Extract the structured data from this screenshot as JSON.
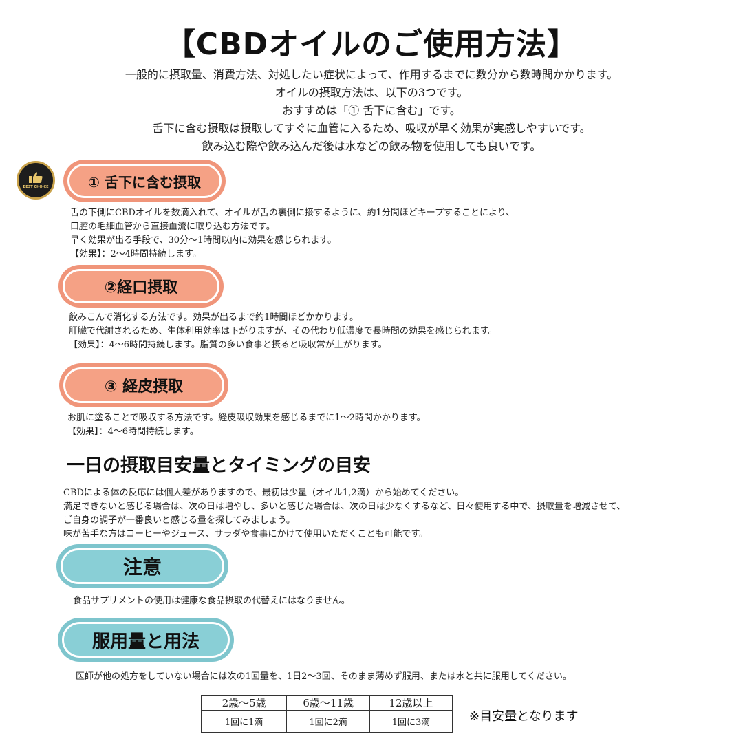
{
  "title": "【CBDオイルのご使用方法】",
  "intro": [
    "一般的に摂取量、消費方法、対処したい症状によって、作用するまでに数分から数時間かかります。",
    "オイルの摂取方法は、以下の3つです。",
    "おすすめは「① 舌下に含む」です。",
    "舌下に含む摂取は摂取してすぐに血管に入るため、吸収が早く効果が実感しやすいです。",
    "飲み込む際や飲み込んだ後は水などの飲み物を使用しても良いです。"
  ],
  "badge": {
    "icon": "thumbs-up-icon",
    "label": "BEST CHOICE",
    "ring_color": "#c9a24a"
  },
  "colors": {
    "orange": "#f0957a",
    "teal": "#7ec5cd"
  },
  "sections": {
    "sublingual": {
      "label": "① 舌下に含む摂取",
      "lines": [
        "舌の下側にCBDオイルを数滴入れて、オイルが舌の裏側に接するように、約1分間ほどキープすることにより、",
        "口腔の毛細血管から直接血流に取り込む方法です。",
        "早く効果が出る手段で、30分〜1時間以内に効果を感じられます。",
        "【効果】：2〜4時間持続します。"
      ]
    },
    "oral": {
      "label": "②経口摂取",
      "lines": [
        "飲みこんで消化する方法です。効果が出るまで約1時間ほどかかります。",
        "肝臓で代謝されるため、生体利用効率は下がりますが、その代わり低濃度で長時間の効果を感じられます。",
        "【効果】：4〜6時間持続します。脂質の多い食事と摂ると吸収常が上がります。"
      ]
    },
    "transdermal": {
      "label": "③ 経皮摂取",
      "lines": [
        "お肌に塗ることで吸収する方法です。経皮吸収効果を感じるまでに1〜2時間かかります。",
        "【効果】：4〜6時間持続します。"
      ]
    }
  },
  "daily": {
    "heading": "一日の摂取目安量とタイミングの目安",
    "lines": [
      "CBDによる体の反応には個人差がありますので、最初は少量（オイル1,2滴）から始めてください。",
      "満足できないと感じる場合は、次の日は増やし、多いと感じた場合は、次の日は少なくするなど、日々使用する中で、摂取量を増減させて、",
      "ご自身の調子が一番良いと感じる量を探してみましょう。",
      "味が苦手な方はコーヒーやジュース、サラダや食事にかけて使用いただくことも可能です。"
    ]
  },
  "caution": {
    "label": "注意",
    "text": "食品サプリメントの使用は健康な食品摂取の代替えにはなりません。"
  },
  "dosage": {
    "label": "服用量と用法",
    "text": "医師が他の処方をしていない場合には次の1回量を、1日2〜3回、そのまま薄めず服用、または水と共に服用してください。",
    "table": {
      "headers": [
        "2歳〜5歳",
        "6歳〜11歳",
        "12歳以上"
      ],
      "values": [
        "1回に1滴",
        "1回に2滴",
        "1回に3滴"
      ]
    },
    "note": "※目安量となります"
  }
}
